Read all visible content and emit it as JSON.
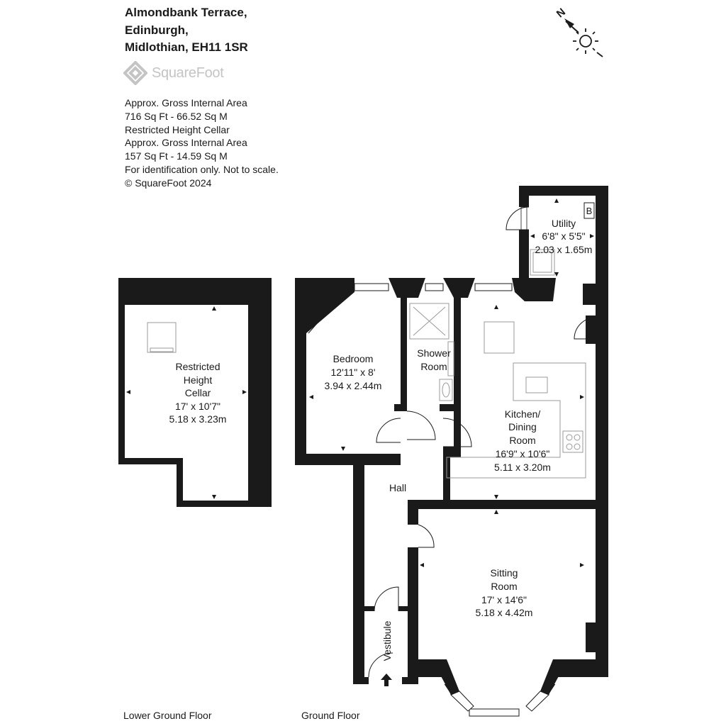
{
  "address": {
    "line1": "Almondbank Terrace,",
    "line2": "Edinburgh,",
    "line3": "Midlothian, EH11 1SR"
  },
  "logo": {
    "text": "SquareFoot",
    "icon": "squarefoot-logo-icon"
  },
  "info": {
    "line1": "Approx. Gross Internal Area",
    "line2": "716 Sq Ft  -  66.52 Sq M",
    "line3": "Restricted Height Cellar",
    "line4": "Approx. Gross Internal Area",
    "line5": "157 Sq Ft  -  14.59 Sq M",
    "line6": "For identification only. Not to scale.",
    "line7": "© SquareFoot 2024"
  },
  "compass": {
    "letter": "N"
  },
  "floors": {
    "lower": "Lower Ground Floor",
    "ground": "Ground Floor"
  },
  "rooms": {
    "cellar": {
      "l1": "Restricted",
      "l2": "Height",
      "l3": "Cellar",
      "imp": "17' x 10'7\"",
      "met": "5.18 x 3.23m"
    },
    "bedroom": {
      "l1": "Bedroom",
      "imp": "12'11\" x 8'",
      "met": "3.94 x 2.44m"
    },
    "shower": {
      "l1": "Shower",
      "l2": "Room"
    },
    "utility": {
      "l1": "Utility",
      "imp": "6'8\" x 5'5\"",
      "met": "2.03 x 1.65m",
      "boiler": "B"
    },
    "kitchen": {
      "l1": "Kitchen/",
      "l2": "Dining",
      "l3": "Room",
      "imp": "16'9\" x 10'6\"",
      "met": "5.11 x 3.20m"
    },
    "hall": {
      "l1": "Hall"
    },
    "sitting": {
      "l1": "Sitting",
      "l2": "Room",
      "imp": "17' x 14'6\"",
      "met": "5.18 x 4.42m"
    },
    "vestibule": {
      "l1": "Vestibule"
    }
  },
  "colors": {
    "wall": "#1a1a1a",
    "fixture": "#9a9a9a",
    "logo": "#c4c4c4"
  }
}
